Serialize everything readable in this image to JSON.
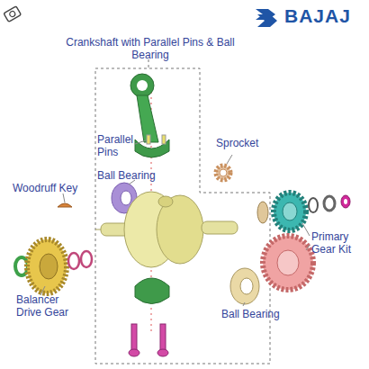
{
  "diagram": {
    "labels": [
      "BAJAJ",
      "Crankshaft with Parallel Pins & Ball Bearing",
      "Parallel Pins",
      "Ball Bearing",
      "Sprocket",
      "Woodruff Key",
      "Primary Gear Kit",
      "Balancer Drive Gear",
      "Ball Bearing"
    ]
  }
}
